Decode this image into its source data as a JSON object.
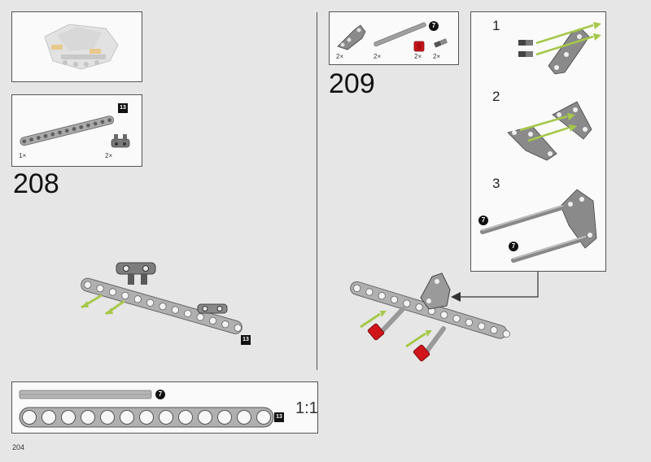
{
  "page_number": "204",
  "step_208": {
    "number": "208",
    "parts": [
      {
        "name": "beam-13",
        "qty": "1×",
        "badge": "13"
      },
      {
        "name": "double-pin-connector",
        "qty": "2×"
      }
    ],
    "assembly_badge": "13"
  },
  "step_209": {
    "number": "209",
    "parts": [
      {
        "name": "angled-frame-piece",
        "qty": "2×"
      },
      {
        "name": "axle-7",
        "qty": "2×",
        "badge": "7"
      },
      {
        "name": "red-bushing",
        "qty": "2×"
      },
      {
        "name": "pin-with-axle",
        "qty": "2×"
      }
    ],
    "substeps": [
      {
        "number": "1"
      },
      {
        "number": "2"
      },
      {
        "number": "3",
        "badges": [
          "7",
          "7"
        ]
      }
    ]
  },
  "scale_reference": {
    "axle_badge": "7",
    "beam_badge": "13",
    "label": "1:1"
  },
  "colors": {
    "background": "#e6e6e6",
    "part_gray": "#a9a9a9",
    "dark_gray": "#5f5f5f",
    "arrow_green": "#a5c84a",
    "bushing_red": "#d0151b",
    "accent_orange": "#d9a233"
  }
}
